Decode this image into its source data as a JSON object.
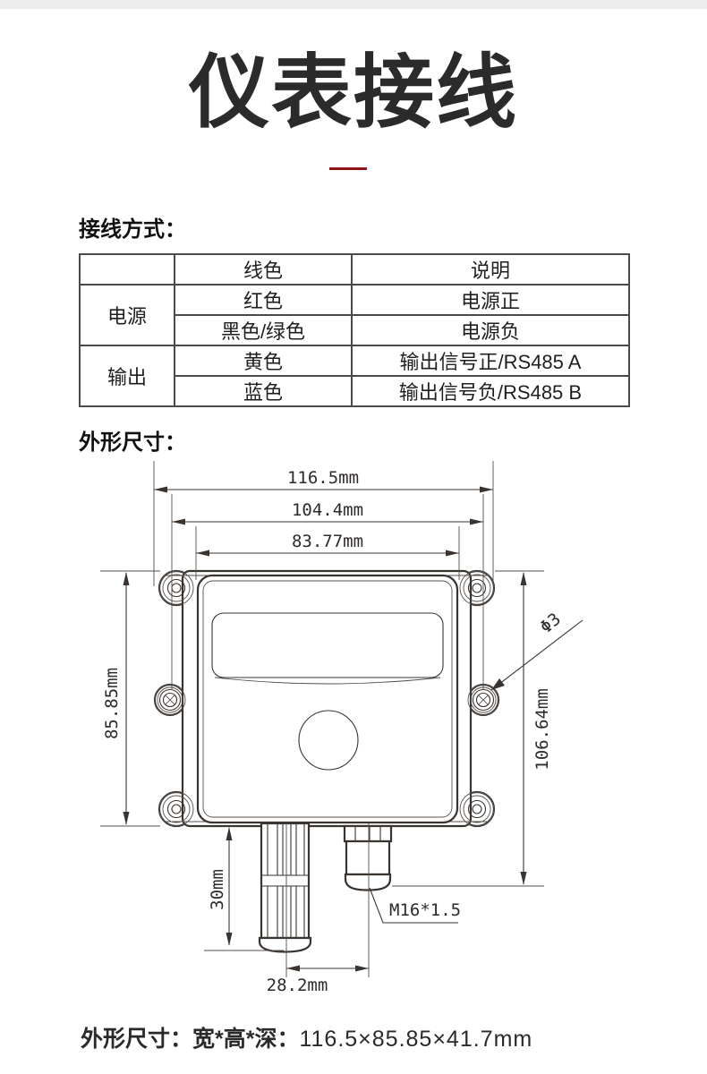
{
  "page": {
    "title": "仪表接线"
  },
  "wiring": {
    "heading": "接线方式：",
    "table": {
      "headers": {
        "group": "",
        "color": "线色",
        "description": "说明"
      },
      "rows": [
        {
          "group": "电源",
          "color": "红色",
          "description": "电源正"
        },
        {
          "color": "黑色/绿色",
          "description": "电源负"
        },
        {
          "group": "输出",
          "color": "黄色",
          "description": "输出信号正/RS485 A"
        },
        {
          "color": "蓝色",
          "description": "输出信号负/RS485 B"
        }
      ]
    }
  },
  "dimensions": {
    "heading": "外形尺寸：",
    "labels": {
      "overall_width": "116.5mm",
      "mounting_width": "104.4mm",
      "body_width": "83.77mm",
      "body_height": "85.85mm",
      "overall_height": "106.64mm",
      "probe_length": "30mm",
      "probe_offset": "28.2mm",
      "gland_thread": "M16*1.5",
      "hole_diameter": "Φ3"
    }
  },
  "footer": {
    "label": "外形尺寸：宽*高*深：",
    "value": "116.5×85.85×41.7mm"
  },
  "colors": {
    "accent_red": "#8e1418",
    "topbar_gray": "#ececec",
    "line": "#3a3430"
  }
}
